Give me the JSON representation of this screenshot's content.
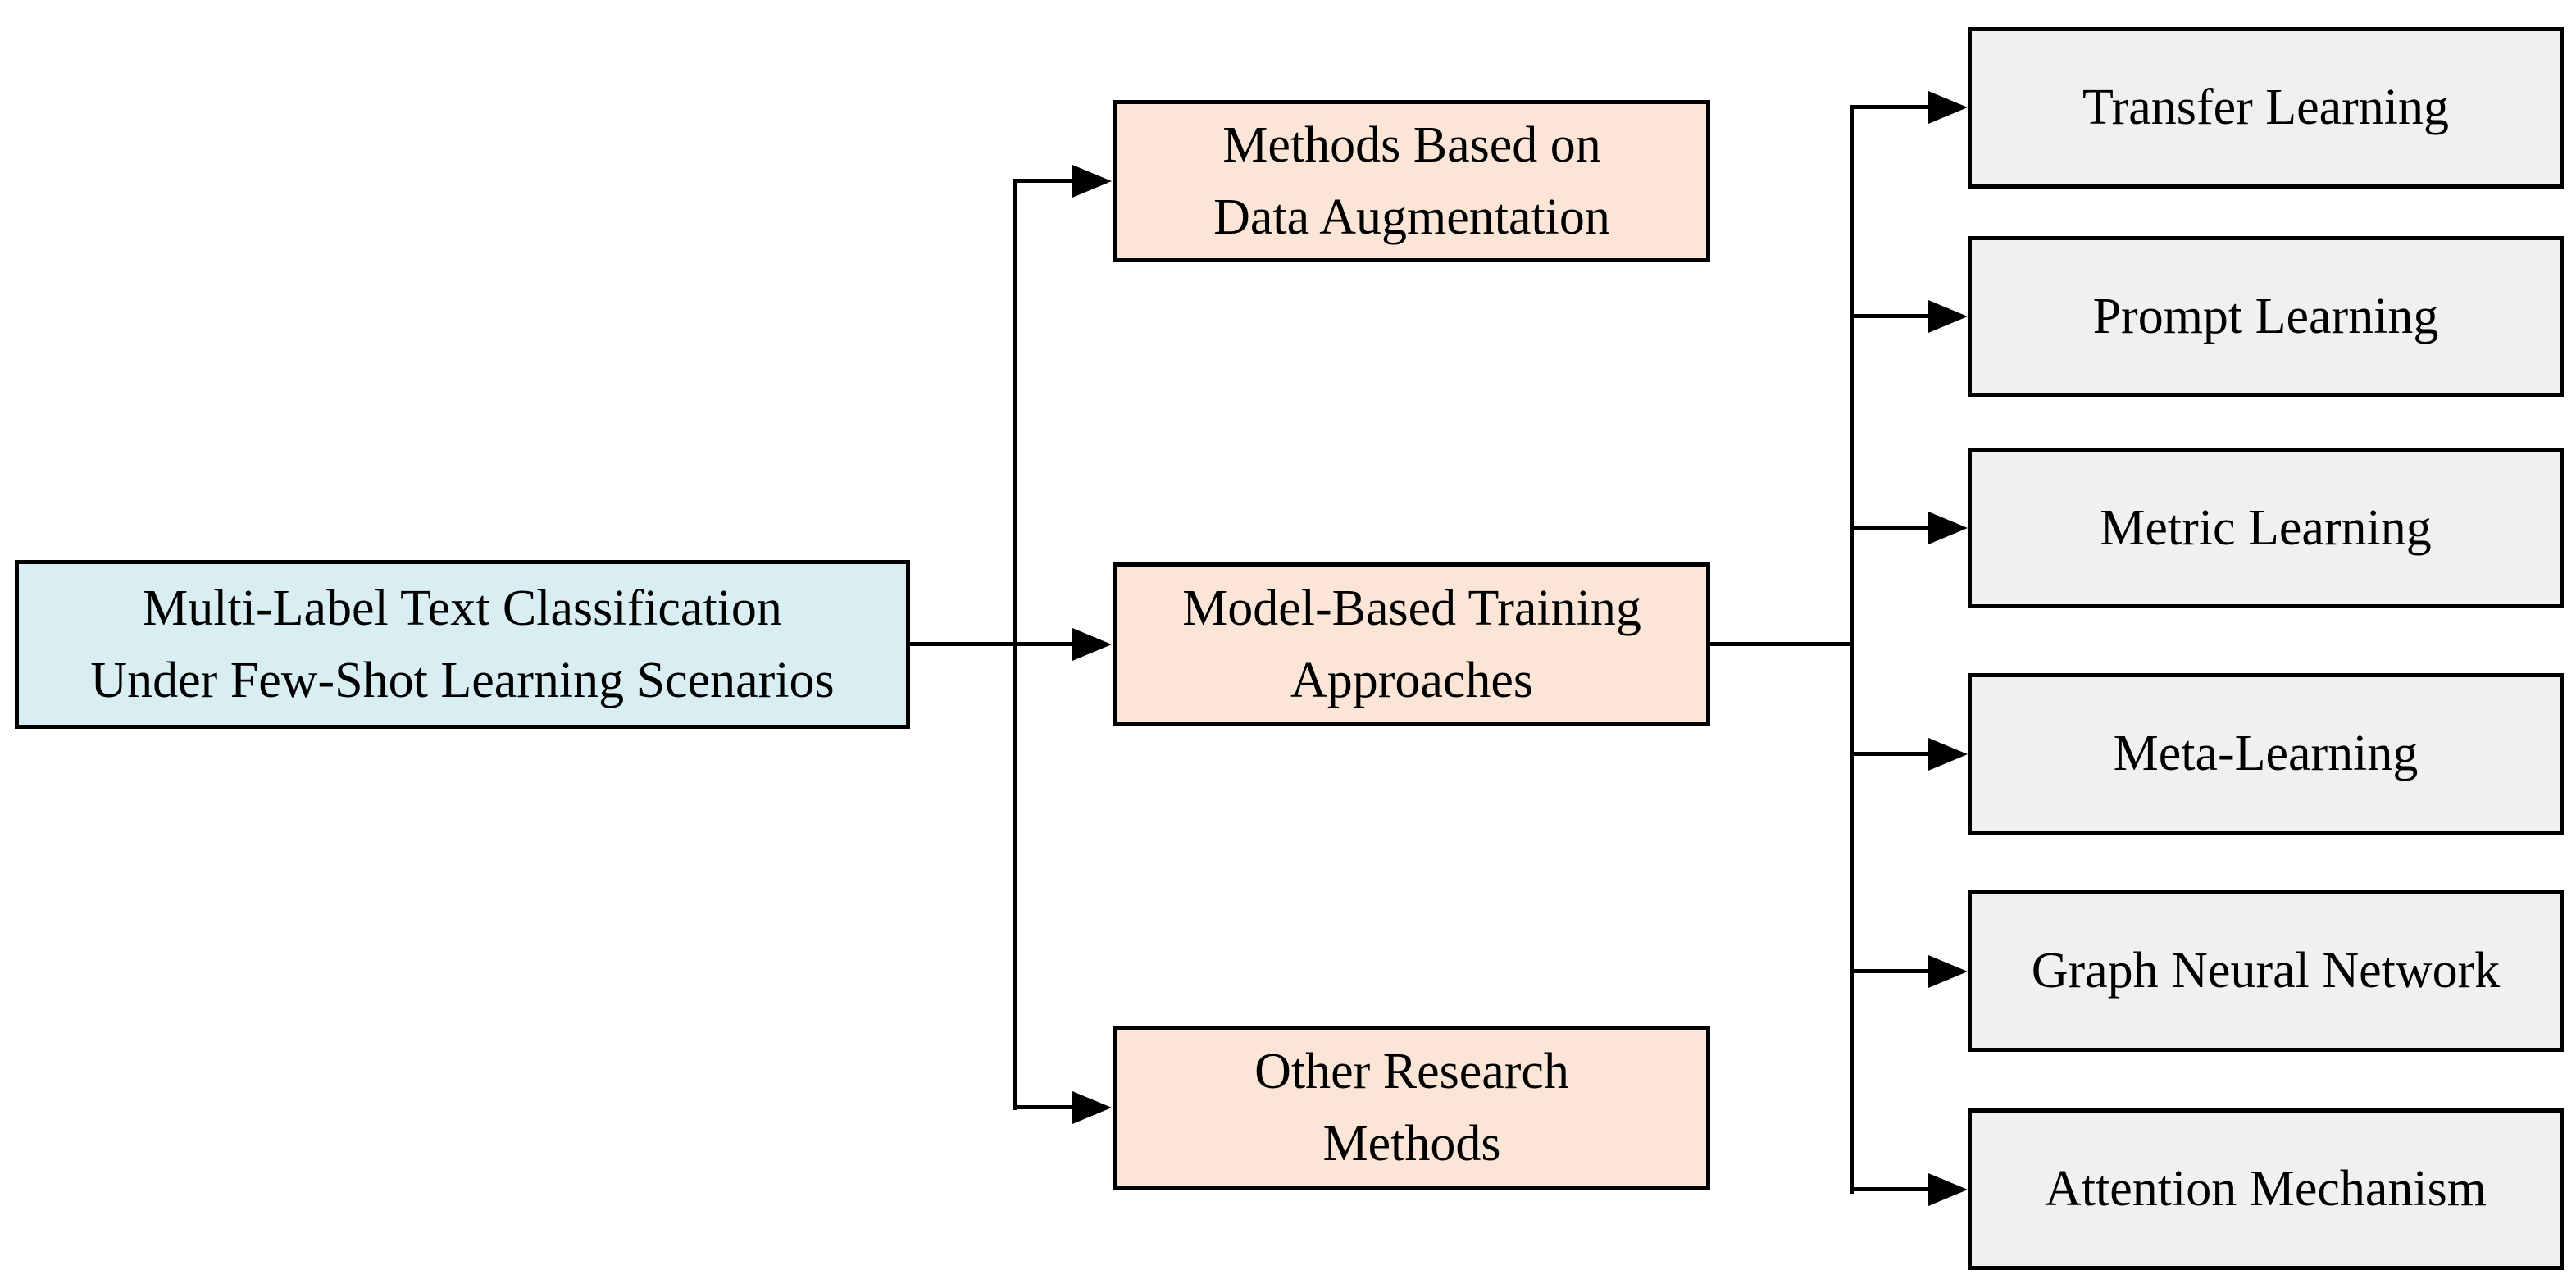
{
  "diagram": {
    "type": "hierarchy-tree",
    "root": {
      "id": "root",
      "lines": [
        "Multi-Label Text Classification",
        "Under Few-Shot Learning Scenarios"
      ]
    },
    "branches": [
      {
        "id": "methods-data-augmentation",
        "lines": [
          "Methods Based on",
          "Data Augmentation"
        ]
      },
      {
        "id": "model-based-training",
        "lines": [
          "Model-Based Training",
          "Approaches"
        ]
      },
      {
        "id": "other-research-methods",
        "lines": [
          "Other Research",
          "Methods"
        ]
      }
    ],
    "leaves": [
      {
        "id": "transfer-learning",
        "label": "Transfer Learning"
      },
      {
        "id": "prompt-learning",
        "label": "Prompt Learning"
      },
      {
        "id": "metric-learning",
        "label": "Metric Learning"
      },
      {
        "id": "meta-learning",
        "label": "Meta-Learning"
      },
      {
        "id": "graph-neural-network",
        "label": "Graph Neural Network"
      },
      {
        "id": "attention-mechanism",
        "label": "Attention Mechanism"
      }
    ],
    "edges": [
      {
        "from": "root",
        "to": "methods-data-augmentation"
      },
      {
        "from": "root",
        "to": "model-based-training"
      },
      {
        "from": "root",
        "to": "other-research-methods"
      },
      {
        "from": "model-based-training",
        "to": "transfer-learning"
      },
      {
        "from": "model-based-training",
        "to": "prompt-learning"
      },
      {
        "from": "model-based-training",
        "to": "metric-learning"
      },
      {
        "from": "model-based-training",
        "to": "meta-learning"
      },
      {
        "from": "model-based-training",
        "to": "graph-neural-network"
      },
      {
        "from": "model-based-training",
        "to": "attention-mechanism"
      }
    ],
    "colors": {
      "root_fill": "#d9eef3",
      "branch_fill": "#fbe5d6",
      "leaf_fill": "#f0f0f0",
      "border": "#000000",
      "connector": "#000000",
      "text": "#000000",
      "background": "#ffffff"
    }
  }
}
